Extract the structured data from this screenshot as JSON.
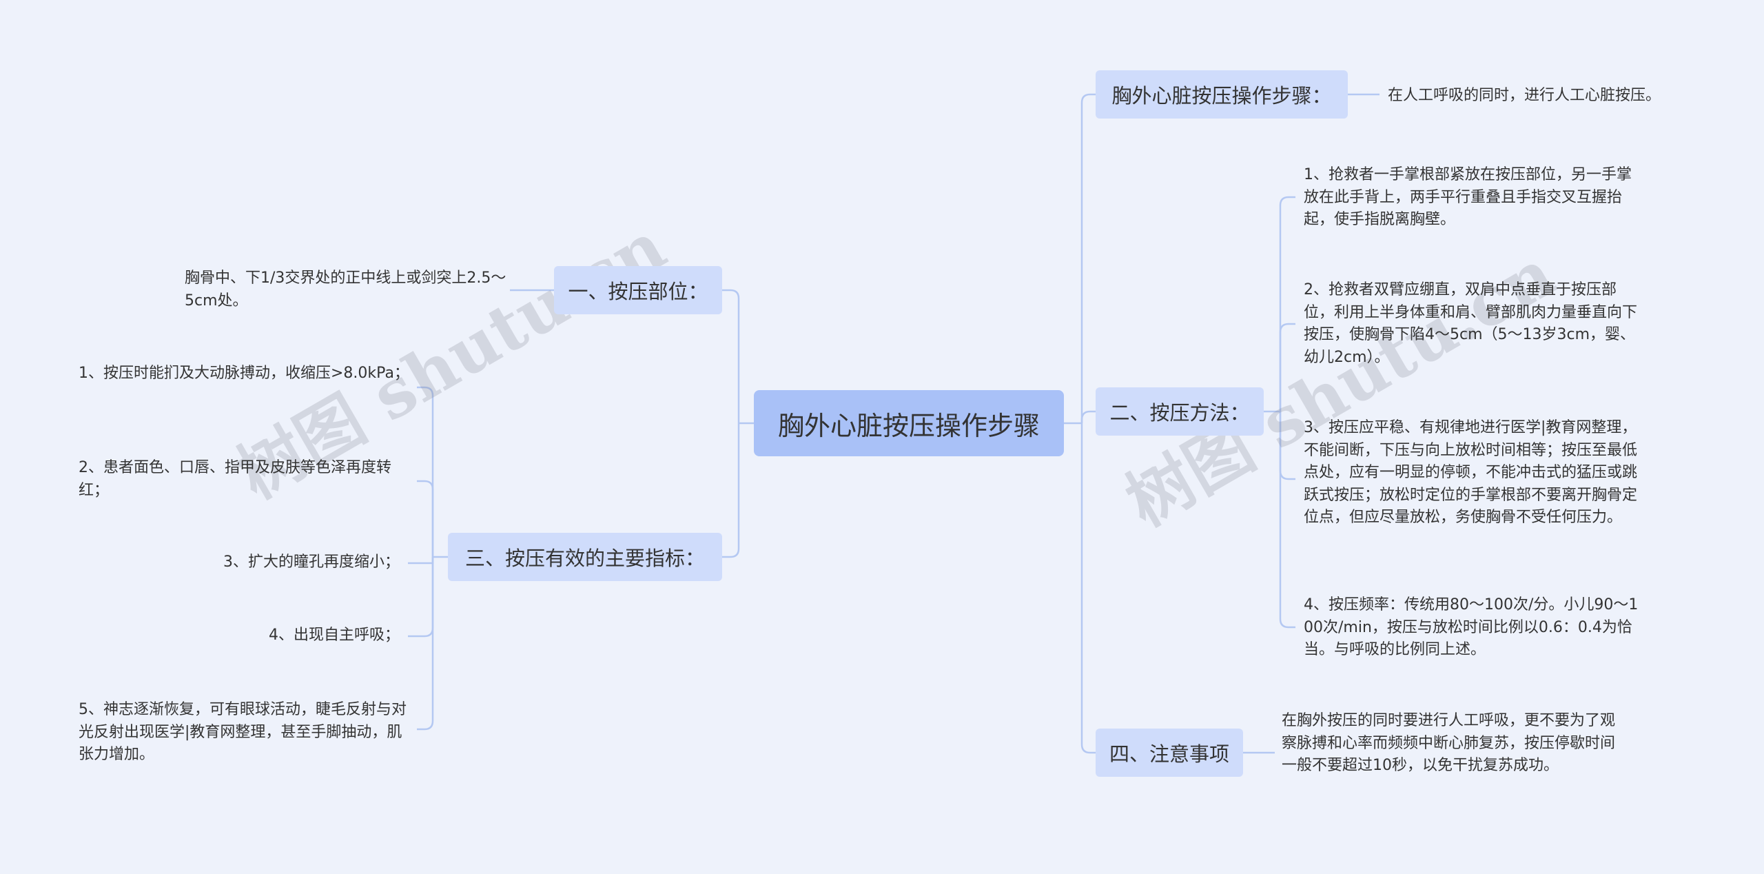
{
  "root": {
    "label": "胸外心脏按压操作步骤"
  },
  "watermark": "树图 shutu.cn",
  "left_branches": {
    "position": {
      "label": "一、按压部位：",
      "items": [
        "胸骨中、下1/3交界处的正中线上或剑突上2.5～5cm处。"
      ]
    },
    "indicators": {
      "label": "三、按压有效的主要指标：",
      "items": [
        "1、按压时能扪及大动脉搏动，收缩压>8.0kPa；",
        "2、患者面色、口唇、指甲及皮肤等色泽再度转红；",
        "3、扩大的瞳孔再度缩小；",
        "4、出现自主呼吸；",
        "5、神志逐渐恢复，可有眼球活动，睫毛反射与对光反射出现医学|教育网整理，甚至手脚抽动，肌张力增加。"
      ]
    }
  },
  "right_branches": {
    "steps": {
      "label": "胸外心脏按压操作步骤：",
      "items": [
        "在人工呼吸的同时，进行人工心脏按压。"
      ]
    },
    "method": {
      "label": "二、按压方法：",
      "items": [
        "1、抢救者一手掌根部紧放在按压部位，另一手掌放在此手背上，两手平行重叠且手指交叉互握抬起，使手指脱离胸壁。",
        "2、抢救者双臂应绷直，双肩中点垂直于按压部位，利用上半身体重和肩、臂部肌肉力量垂直向下按压，使胸骨下陷4～5cm（5～13岁3cm，婴、幼儿2cm）。",
        "3、按压应平稳、有规律地进行医学|教育网整理，不能间断，下压与向上放松时间相等；按压至最低点处，应有一明显的停顿，不能冲击式的猛压或跳跃式按压；放松时定位的手掌根部不要离开胸骨定位点，但应尽量放松，务使胸骨不受任何压力。",
        "4、按压频率：传统用80～100次/分。小儿90～100次/min，按压与放松时间比例以0.6：0.4为恰当。与呼吸的比例同上述。"
      ]
    },
    "notes": {
      "label": "四、注意事项",
      "items": [
        "在胸外按压的同时要进行人工呼吸，更不要为了观察脉搏和心率而频频中断心肺复苏，按压停歇时间一般不要超过10秒，以免干扰复苏成功。"
      ]
    }
  },
  "colors": {
    "background": "#eef2fb",
    "root_fill": "#a9c1f7",
    "branch_fill": "#cfdcfb",
    "connector": "#b4c8f2"
  }
}
